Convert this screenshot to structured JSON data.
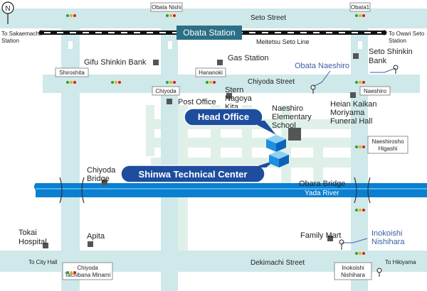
{
  "colors": {
    "main_road": "#cfe8ea",
    "minor_road": "#dff0e8",
    "river": "#0b7fd0",
    "rail": "#111111",
    "callout": "#1e4d9e",
    "station_box": "#2b6f86",
    "building": "#555555",
    "bus_label": "#3a5fa8"
  },
  "compass": {
    "label": "N"
  },
  "streets": {
    "seto": "Seto Street",
    "chiyoda": "Chiyoda Street",
    "dekimachi": "Dekimachi Street"
  },
  "railway": {
    "station": "Obata Station",
    "line": "Meitetsu Seto Line",
    "to_west_1": "To Sakaemachi",
    "to_west_2": "Station",
    "to_east_1": "To Owari Seto",
    "to_east_2": "Station"
  },
  "river": {
    "name": "Yada River"
  },
  "intersections": {
    "obata_nishi": "Obata Nishi",
    "obata1": "Obata1",
    "shiroshita": "Shiroshita",
    "hananoki": "Hananoki",
    "chiyoda": "Chiyoda",
    "naeshiro": "Naeshiro",
    "naeshirosho_1": "Naeshirosho",
    "naeshirosho_2": "Higashi",
    "chiyoda_tm_1": "Chiyoda",
    "chiyoda_tm_2": "Tachibana Minami",
    "inokoishi_1": "Inokoishi",
    "inokoishi_2": "Nishihara"
  },
  "landmarks": {
    "gifu_shinkin": "Gifu Shinkin Bank",
    "gas_station": "Gas Station",
    "seto_shinkin_1": "Seto Shinkin",
    "seto_shinkin_2": "Bank",
    "post_office": "Post Office",
    "stern_1": "Stern",
    "stern_2": "Nagoya",
    "stern_3": "Kita",
    "naeshiro_school_1": "Naeshiro",
    "naeshiro_school_2": "Elementary",
    "naeshiro_school_3": "School",
    "heian_1": "Heian Kaikan",
    "heian_2": "Moriyama",
    "heian_3": "Funeral Hall",
    "chiyoda_bridge_1": "Chiyoda",
    "chiyoda_bridge_2": "Bridge",
    "obara_bridge": "Obara Bridge",
    "tokai_1": "Tokai",
    "tokai_2": "Hospital",
    "apita": "Apita",
    "family_mart": "Family Mart"
  },
  "bus_stops": {
    "obata_naeshiro": "Obata Naeshiro",
    "inokoishi_1": "Inokoishi",
    "inokoishi_2": "Nishihara"
  },
  "callouts": {
    "head_office": "Head Office",
    "shinwa": "Shinwa Technical Center"
  },
  "directions": {
    "to_city_hall": "To City Hall",
    "to_hikiyama": "To Hikiyama"
  }
}
